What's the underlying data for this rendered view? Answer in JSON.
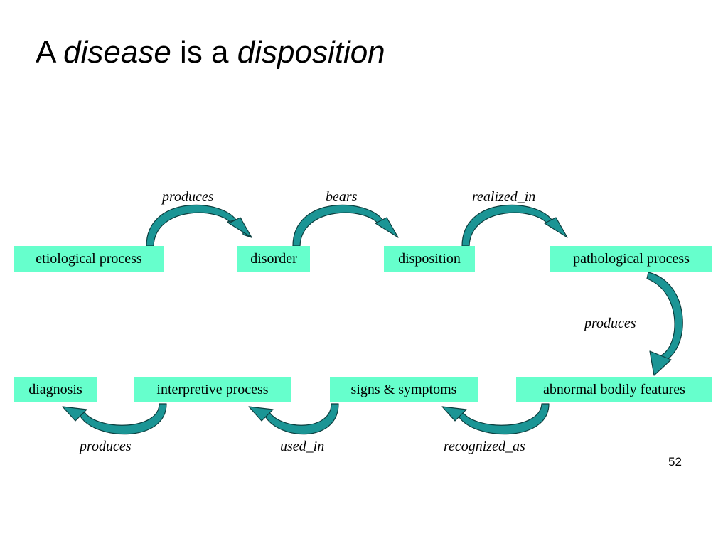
{
  "slide": {
    "title": {
      "part1": "A ",
      "part2": "disease",
      "part3": " is a ",
      "part4": "disposition"
    },
    "page_number": "52"
  },
  "nodes": {
    "etiological_process": "etiological process",
    "disorder": "disorder",
    "disposition": "disposition",
    "pathological_process": "pathological process",
    "abnormal_bodily_features": "abnormal bodily features",
    "signs_symptoms": "signs & symptoms",
    "interpretive_process": "interpretive process",
    "diagnosis": "diagnosis"
  },
  "relations": {
    "etiological_to_disorder": "produces",
    "disorder_to_disposition": "bears",
    "disposition_to_pathological": "realized_in",
    "pathological_to_abnormal": "produces",
    "abnormal_to_signs": "recognized_as",
    "signs_to_interpretive": "used_in",
    "interpretive_to_diagnosis": "produces"
  },
  "colors": {
    "node_fill": "#66ffcc",
    "arrow_fill": "#1b9595",
    "arrow_outline": "#0c3e3e"
  }
}
